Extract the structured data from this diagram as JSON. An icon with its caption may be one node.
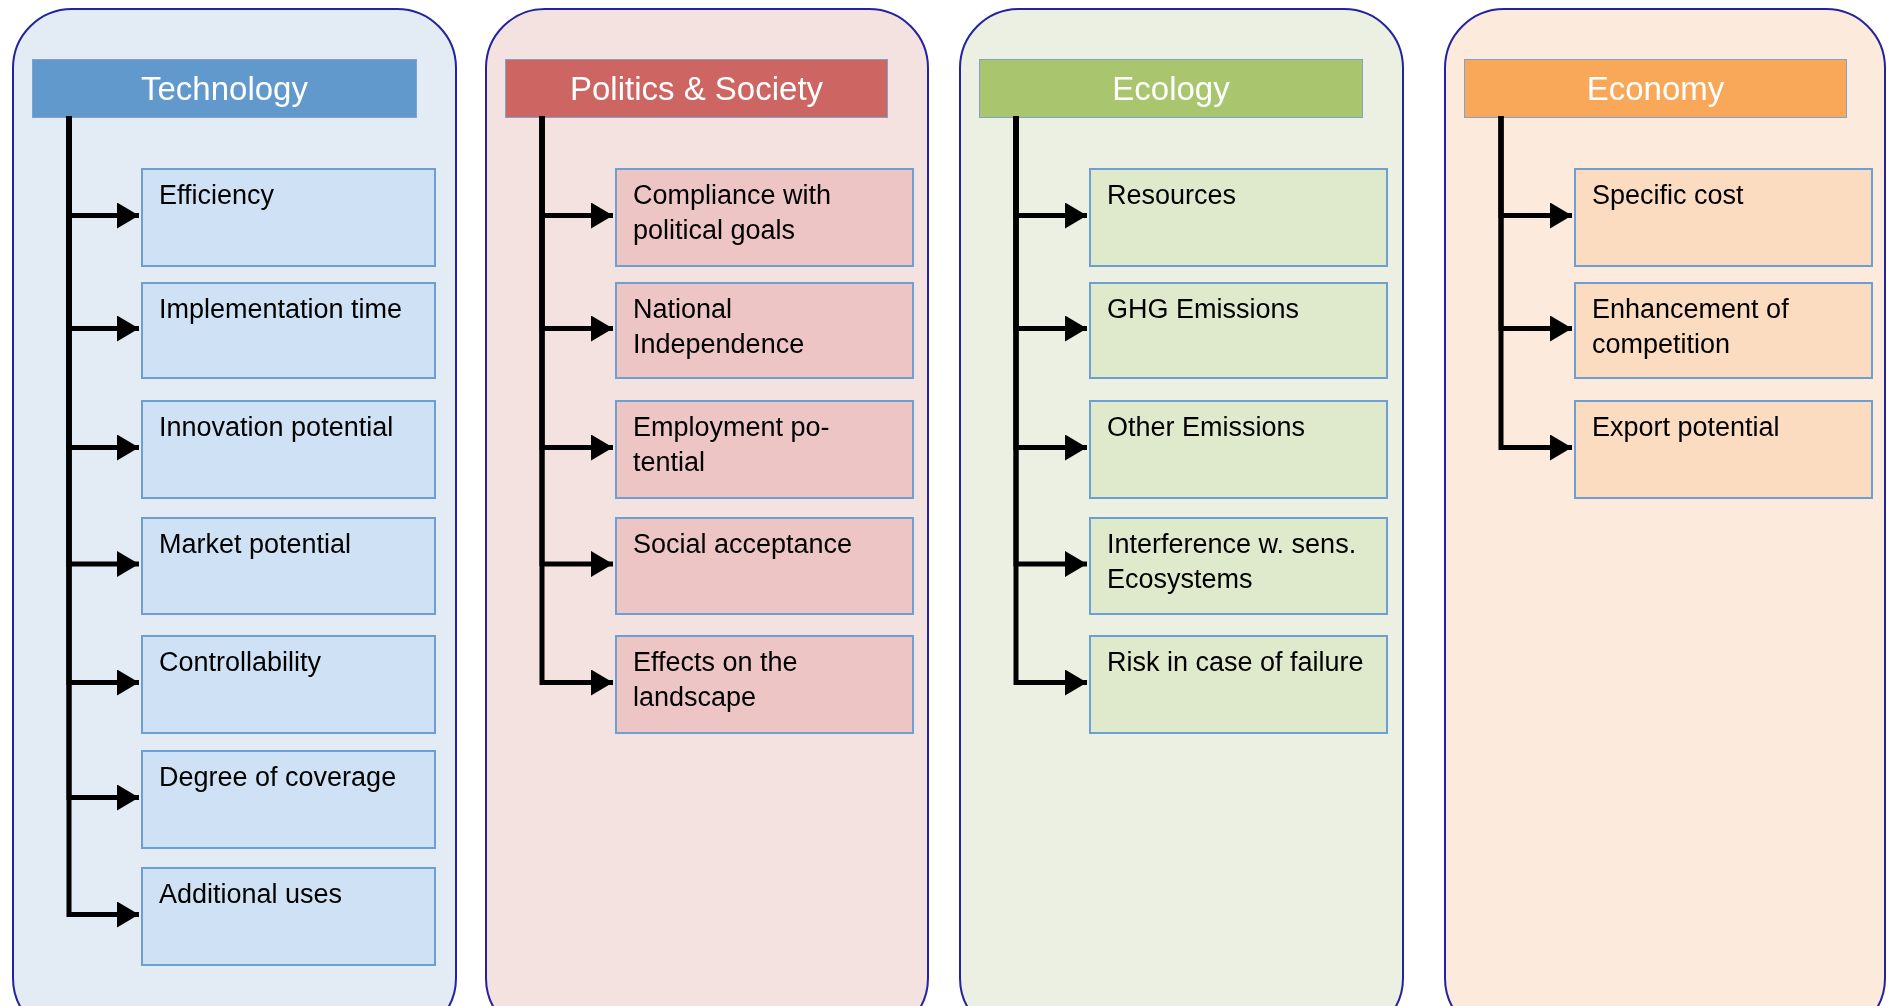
{
  "diagram": {
    "nodes": [
      {
        "text": [],
        "shape": "box"
      },
      {
        "text": [
          "Technology"
        ],
        "in": 0
      },
      {
        "text": [
          "Efficiency"
        ],
        "in": 0
      },
      {
        "text": [
          "Implementation time"
        ],
        "in": 0
      },
      {
        "text": [
          "Innovation potential"
        ],
        "in": 0
      },
      {
        "text": [
          "Market potential"
        ],
        "in": 0
      },
      {
        "text": [
          "Controllability"
        ],
        "in": 0
      },
      {
        "text": [
          "Degree of coverage"
        ],
        "in": 0
      },
      {
        "text": [
          "Additional uses"
        ],
        "in": 0
      },
      {
        "text": [],
        "shape": "box"
      },
      {
        "text": [
          "Politics & Society"
        ],
        "in": 9
      },
      {
        "text": [
          "Compliance with political goals"
        ],
        "in": 9
      },
      {
        "text": [
          "National Independence"
        ],
        "in": 9
      },
      {
        "text": [
          "Employment po- tential"
        ],
        "in": 9
      },
      {
        "text": [
          "Social acceptance"
        ],
        "in": 9
      },
      {
        "text": [
          "Effects on the landscape"
        ],
        "in": 9
      },
      {
        "text": [],
        "shape": "box"
      },
      {
        "text": [
          "Ecology"
        ],
        "in": 16
      },
      {
        "text": [
          "Resources"
        ],
        "in": 16
      },
      {
        "text": [
          "GHG Emissions"
        ],
        "in": 16
      },
      {
        "text": [
          "Other Emissions"
        ],
        "in": 16
      },
      {
        "text": [
          "Interference w. sens. Ecosystems"
        ],
        "in": 16
      },
      {
        "text": [
          "Risk in case of failure"
        ],
        "in": 16
      },
      {
        "text": [],
        "shape": "box"
      },
      {
        "text": [
          "Economy"
        ],
        "in": 23
      },
      {
        "text": [
          "Specific cost"
        ],
        "in": 23
      },
      {
        "text": [
          "Enhancement of competition"
        ],
        "in": 23
      },
      {
        "text": [
          "Export potential"
        ],
        "in": 23
      }
    ],
    "edges": [
      {
        "from": 1,
        "to": 2,
        "arrow": "to"
      },
      {
        "from": 1,
        "to": 3,
        "arrow": "to"
      },
      {
        "from": 1,
        "to": 4,
        "arrow": "to"
      },
      {
        "from": 1,
        "to": 5,
        "arrow": "to"
      },
      {
        "from": 1,
        "to": 6,
        "arrow": "to"
      },
      {
        "from": 1,
        "to": 7,
        "arrow": "to"
      },
      {
        "from": 1,
        "to": 8,
        "arrow": "to"
      },
      {
        "from": 10,
        "to": 11,
        "arrow": "to"
      },
      {
        "from": 10,
        "to": 12,
        "arrow": "to"
      },
      {
        "from": 10,
        "to": 13,
        "arrow": "to"
      },
      {
        "from": 10,
        "to": 14,
        "arrow": "to"
      },
      {
        "from": 10,
        "to": 15,
        "arrow": "to"
      },
      {
        "from": 17,
        "to": 18,
        "arrow": "to"
      },
      {
        "from": 17,
        "to": 19,
        "arrow": "to"
      },
      {
        "from": 17,
        "to": 20,
        "arrow": "to"
      },
      {
        "from": 17,
        "to": 21,
        "arrow": "to"
      },
      {
        "from": 17,
        "to": 22,
        "arrow": "to"
      },
      {
        "from": 24,
        "to": 25,
        "arrow": "to"
      },
      {
        "from": 24,
        "to": 26,
        "arrow": "to"
      },
      {
        "from": 24,
        "to": 27,
        "arrow": "to"
      }
    ]
  }
}
